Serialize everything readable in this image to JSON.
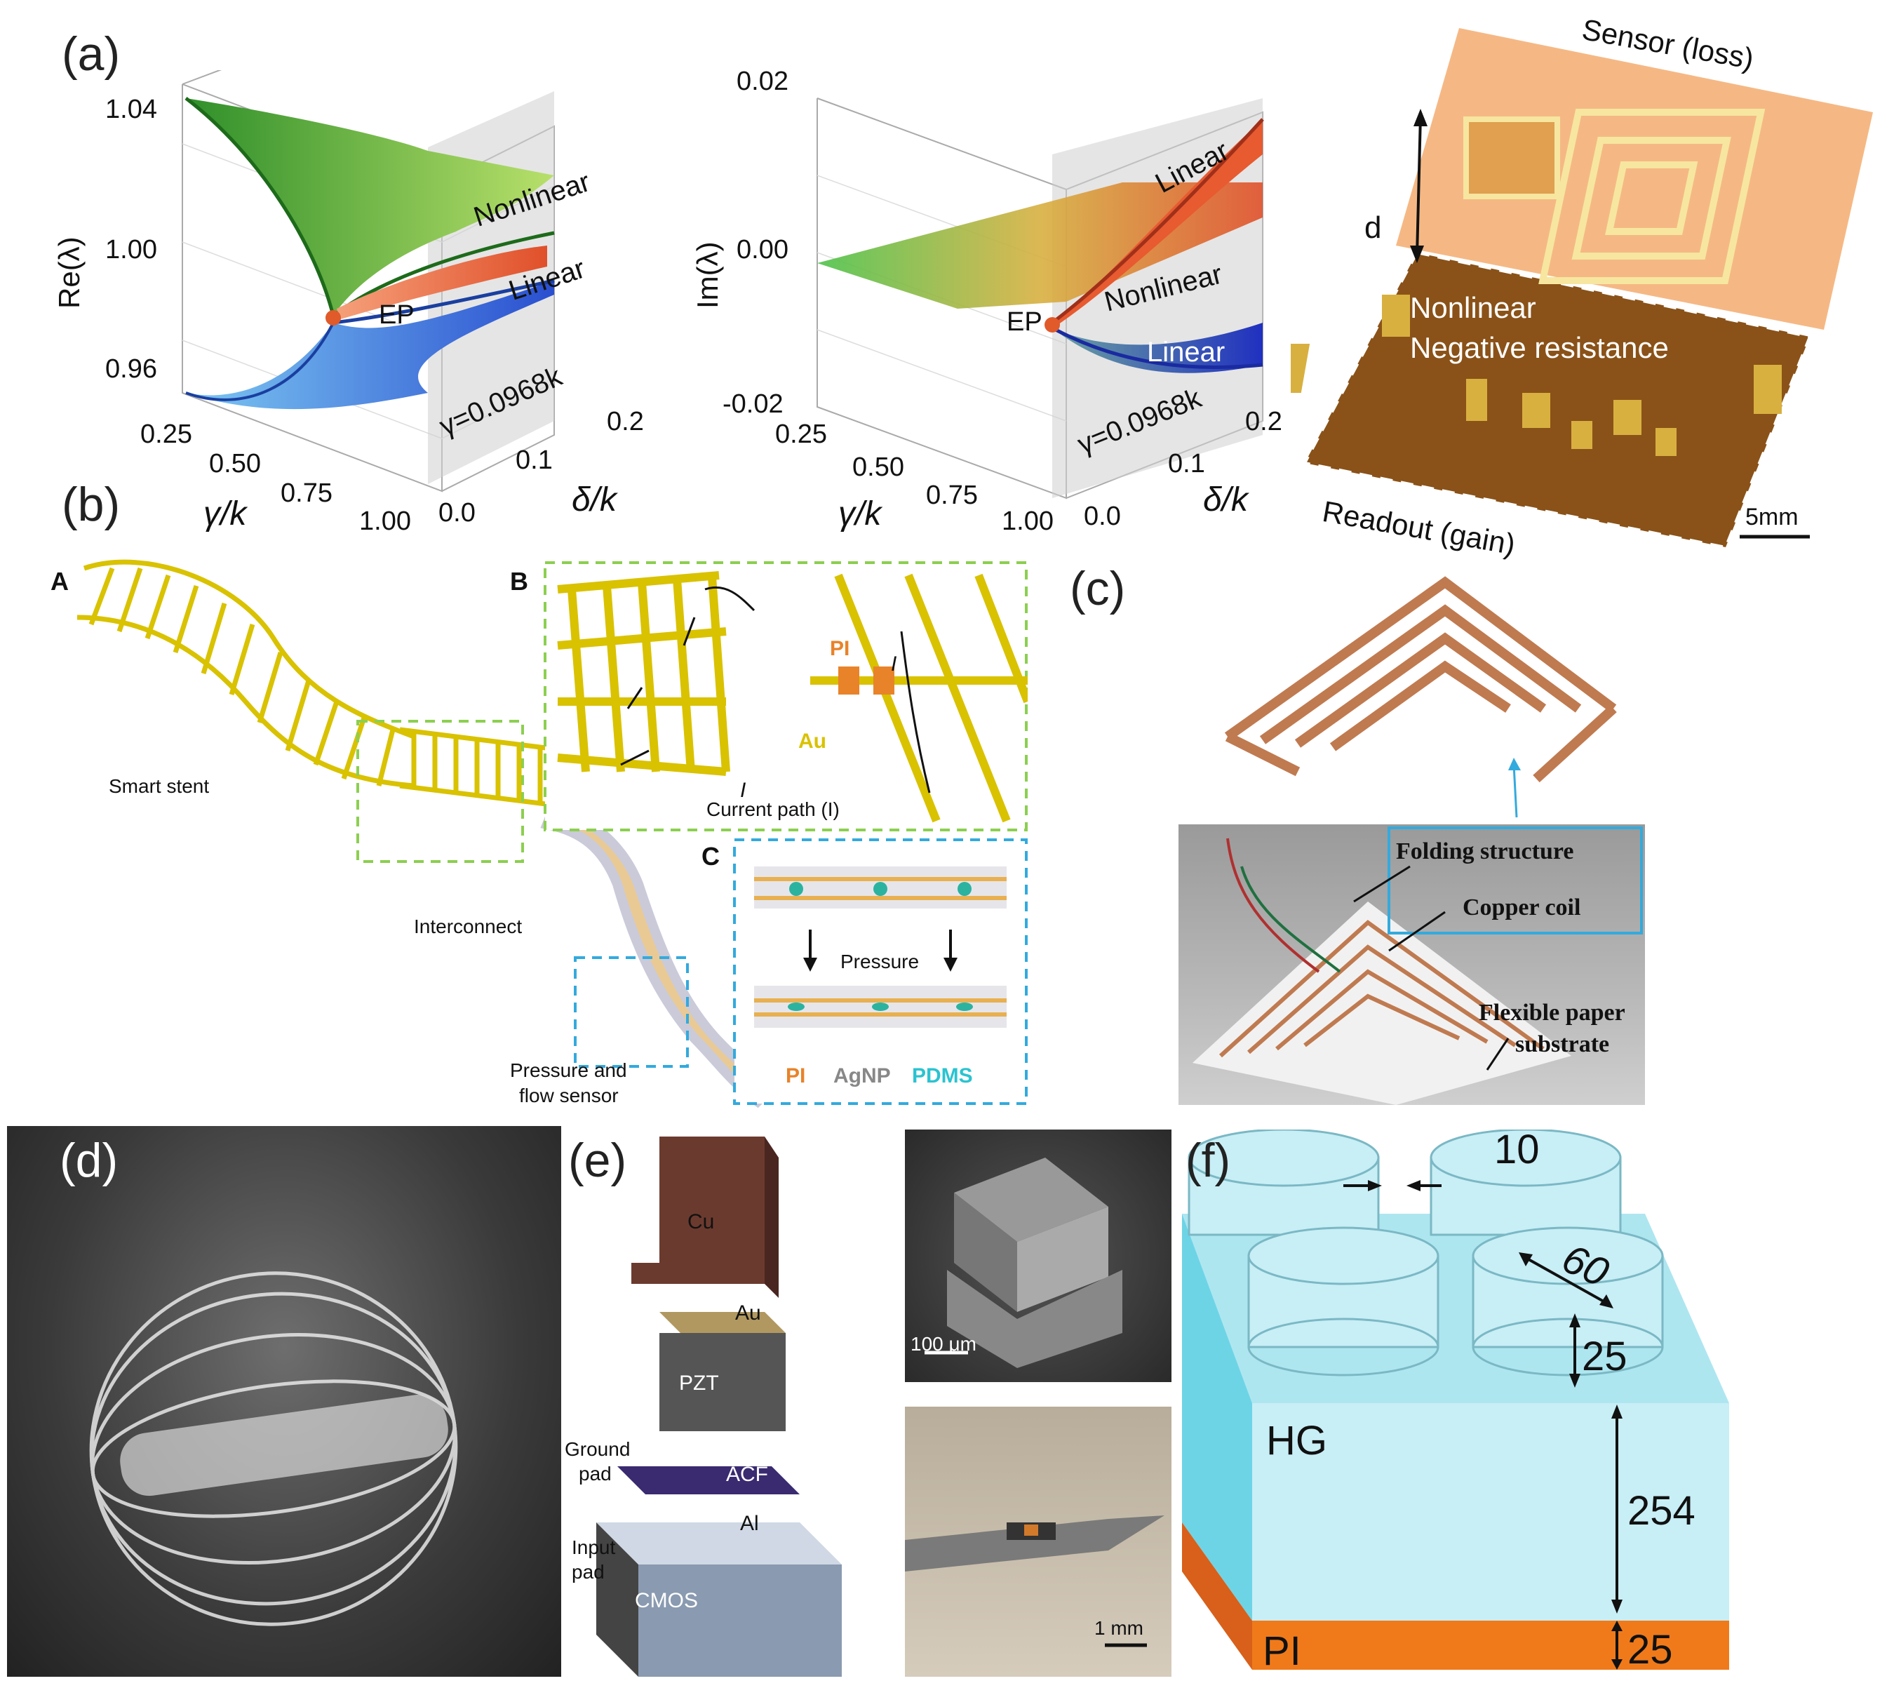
{
  "panels": {
    "a": "(a)",
    "b": "(b)",
    "c": "(c)",
    "d": "(d)",
    "e": "(e)",
    "f": "(f)"
  },
  "plot_re": {
    "ylabel": "Re(λ)",
    "yticks": [
      "1.04",
      "1.00",
      "0.96"
    ],
    "xlabel": "γ/k",
    "xticks": [
      "0.25",
      "0.50",
      "0.75",
      "1.00"
    ],
    "dlabel": "δ/k",
    "dticks": [
      "0.0",
      "0.1",
      "0.2"
    ],
    "gamma": "γ=0.0968k",
    "nonlinear": "Nonlinear",
    "linear": "Linear",
    "ep": "EP"
  },
  "plot_im": {
    "ylabel": "Im(λ)",
    "yticks": [
      "0.02",
      "0.00",
      "-0.02"
    ],
    "xlabel": "γ/k",
    "xticks": [
      "0.25",
      "0.50",
      "0.75",
      "1.00"
    ],
    "dlabel": "δ/k",
    "dticks": [
      "0.0",
      "0.1",
      "0.2"
    ],
    "gamma": "γ=0.0968k",
    "nonlinear": "Nonlinear",
    "linear_top": "Linear",
    "linear_bottom": "Linear",
    "ep": "EP"
  },
  "sensor": {
    "sensor_loss": "Sensor (loss)",
    "d": "d",
    "nonlinear": "Nonlinear",
    "negres": "Negative resistance",
    "readout": "Readout (gain)",
    "scale": "5mm"
  },
  "stent": {
    "A": "A",
    "B": "B",
    "C": "C",
    "smart_stent": "Smart stent",
    "interconnect": "Interconnect",
    "pressure_flow_1": "Pressure and",
    "pressure_flow_2": "flow sensor",
    "current_path": "Current path (I)",
    "pi": "PI",
    "au": "Au",
    "i1": "I",
    "i2": "I",
    "pressure": "Pressure",
    "legend_pi": "PI",
    "legend_agnp": "AgNP",
    "legend_pdms": "PDMS"
  },
  "coil": {
    "folding": "Folding structure",
    "copper": "Copper coil",
    "flex1": "Flexible paper",
    "flex2": "substrate"
  },
  "chip": {
    "cu": "Cu",
    "au": "Au",
    "pzt": "PZT",
    "acf": "ACF",
    "al": "Al",
    "cmos": "CMOS",
    "ground1": "Ground",
    "ground2": "pad",
    "input1": "Input",
    "input2": "pad",
    "scale_sem": "100 μm",
    "scale_needle": "1 mm"
  },
  "pillars": {
    "d10": "10",
    "d60": "60",
    "d25": "25",
    "hg": "HG",
    "d254": "254",
    "pi": "PI",
    "d25b": "25"
  },
  "colors": {
    "green_surface": "#5aa83a",
    "orange_surface": "#e8683a",
    "blue_surface": "#3f7fe0",
    "ep_dot": "#e05a2a",
    "gold": "#d9c200",
    "copper": "#c0703a",
    "hydrogel": "#bfeef6",
    "polyimide": "#f07a1a"
  }
}
